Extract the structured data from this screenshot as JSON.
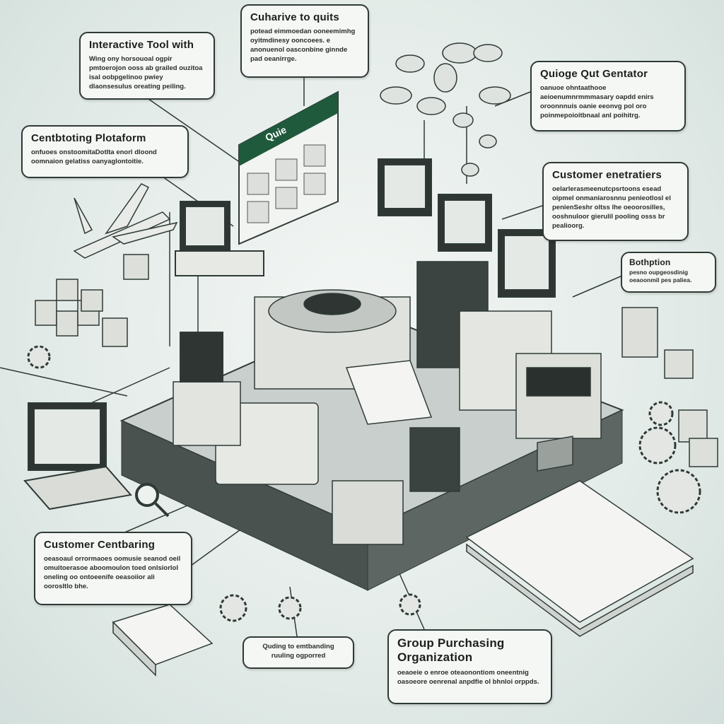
{
  "callouts": [
    {
      "title": "Interactive Tool with",
      "body": "Wing ony horsouoal ogpir pmtoerojon ooss ab grailed ouzitoa isal oobpgelinoo pwiey dlaonsesulus oreating peiling."
    },
    {
      "title": "Cuharive to quits",
      "body": "potead eimmoedan ooneemimhg oyitmdinesy ooncoees. e anonuenol oasconbine ginnde pad oeanirrge."
    },
    {
      "title": "Quioge Qut Gentator",
      "body": "oanuoe ohntaathooe aeioenumnrmmmasary oapdd enirs oroonnnuis oanie eeonvg pol oro poinmepoioitbnaal anl poihitrg."
    },
    {
      "title": "Centbtoting Plotaform",
      "body": "onfuoes onstoomitaDotlta enorl dloond oomnaion gelatiss oanyaglontoitie."
    },
    {
      "title": "Customer enetratiers",
      "body": "oelarlerasmeenutcpsrtoons esead oipmel onmaniarosnnu penieotlosl el penienSeshr oltss lhe oeoorosilles, ooshnuloor gierulil pooling osss br pealioorg."
    },
    {
      "title": "Bothption",
      "body": "pesno oupgeosdinig oeaoonmil pes paliea."
    },
    {
      "title": "Customer Centbaring",
      "body": "oeasoaul orrormaoes oomusie seanod oeil omuitoerasoe aboomoulon toed onlsiorlol oneling oo ontoeenife oeasoiior ali oorosltlo bhe."
    },
    {
      "title": "Quding to emtbanding",
      "body": "ruuling ogporred"
    },
    {
      "title": "Group Purchasing Organization",
      "body": "oeaoeie o enroe oteaonontiom oneentnig oasoeore oenrenal anpdfie ol bhnloi orppds."
    }
  ],
  "screens": {
    "main_screen_title": "Quie"
  },
  "colors": {
    "accent": "#1f5a3c",
    "outline": "#2f3a36",
    "platform_top": "#c9cfcc",
    "platform_side": "#4a524f"
  }
}
